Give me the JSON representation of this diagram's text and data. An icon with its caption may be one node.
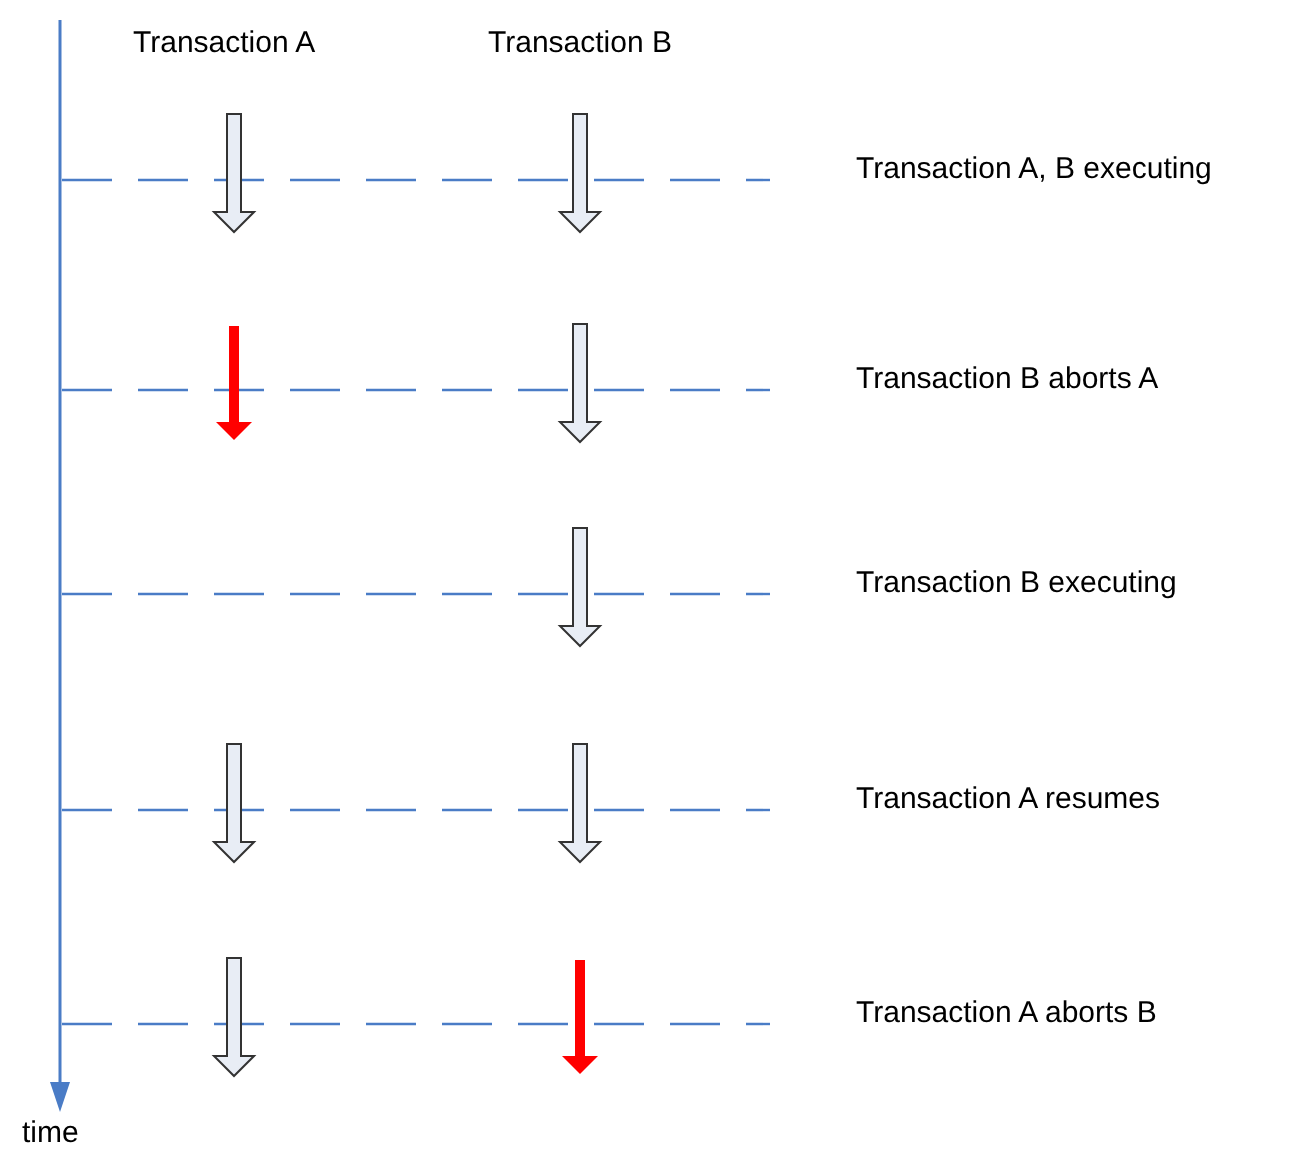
{
  "diagram": {
    "labels": [
      "Transaction A",
      "Transaction B",
      "Transaction A, B executing",
      "Transaction B aborts A",
      "Transaction B executing",
      "Transaction A resumes",
      "Transaction A aborts B",
      "time"
    ]
  }
}
